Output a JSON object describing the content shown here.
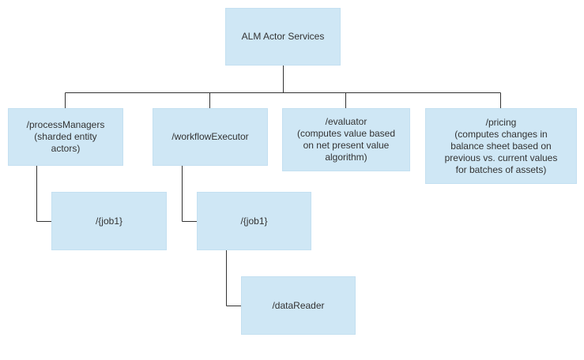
{
  "diagram": {
    "root": {
      "label": "ALM Actor Services"
    },
    "process_managers": {
      "label": "/processManagers\n(sharded entity\nactors)"
    },
    "workflow_executor": {
      "label": "/workflowExecutor"
    },
    "evaluator": {
      "label": "/evaluator\n(computes value based\non net present value\nalgorithm)"
    },
    "pricing": {
      "label": "/pricing\n(computes changes in\nbalance sheet based on\nprevious vs. current values\nfor batches of assets)"
    },
    "pm_job1": {
      "label": "/{job1}"
    },
    "wf_job1": {
      "label": "/{job1}"
    },
    "data_reader": {
      "label": "/dataReader"
    }
  },
  "colors": {
    "node_fill": "#cfe7f5",
    "connector": "#333333",
    "text": "#333333"
  }
}
